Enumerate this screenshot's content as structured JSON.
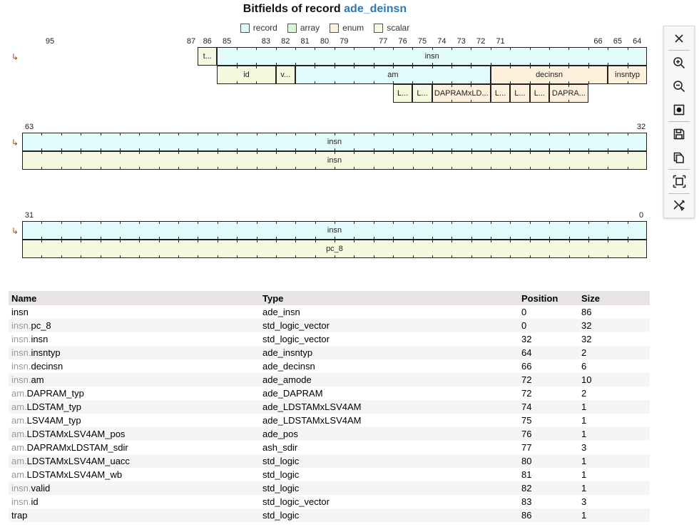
{
  "title": {
    "prefix": "Bitfields of record ",
    "record": "ade_deinsn"
  },
  "legend": [
    {
      "label": "record",
      "color": "#e2fbfb"
    },
    {
      "label": "array",
      "color": "#dcf5dd"
    },
    {
      "label": "enum",
      "color": "#fdf0dc"
    },
    {
      "label": "scalar",
      "color": "#f4f9df"
    }
  ],
  "wrap_arrow": "↳",
  "blocks": [
    {
      "name": "bits-95-64",
      "ruler": [
        "95",
        "87",
        "86",
        "85",
        "83",
        "82",
        "81",
        "80",
        "79",
        "77",
        "76",
        "75",
        "74",
        "73",
        "72",
        "71",
        "66",
        "65",
        "64"
      ],
      "lane1": [
        {
          "label": "t...",
          "kind": "scalar",
          "bits": 1
        },
        {
          "label": "insn",
          "kind": "record",
          "bits": 22
        }
      ],
      "lane2": [
        {
          "label": "id",
          "kind": "scalar",
          "bits": 3
        },
        {
          "label": "v...",
          "kind": "scalar",
          "bits": 1
        },
        {
          "label": "am",
          "kind": "record",
          "bits": 10
        },
        {
          "label": "decinsn",
          "kind": "enum",
          "bits": 6
        },
        {
          "label": "insntyp",
          "kind": "enum",
          "bits": 2
        }
      ],
      "lane3": [
        {
          "label": "L...",
          "kind": "scalar",
          "bits": 1
        },
        {
          "label": "L...",
          "kind": "scalar",
          "bits": 1
        },
        {
          "label": "DAPRAMxLD...",
          "kind": "enum",
          "bits": 3
        },
        {
          "label": "L...",
          "kind": "enum",
          "bits": 1
        },
        {
          "label": "L...",
          "kind": "enum",
          "bits": 1
        },
        {
          "label": "L...",
          "kind": "enum",
          "bits": 1
        },
        {
          "label": "DAPRA...",
          "kind": "enum",
          "bits": 2
        }
      ]
    },
    {
      "name": "bits-63-32",
      "ruler_left": "63",
      "ruler_right": "32",
      "lane1": [
        {
          "label": "insn",
          "kind": "record",
          "bits": 32
        }
      ],
      "lane2": [
        {
          "label": "insn",
          "kind": "scalar",
          "bits": 32
        }
      ]
    },
    {
      "name": "bits-31-0",
      "ruler_left": "31",
      "ruler_right": "0",
      "lane1": [
        {
          "label": "insn",
          "kind": "record",
          "bits": 32
        }
      ],
      "lane2": [
        {
          "label": "pc_8",
          "kind": "scalar",
          "bits": 32
        }
      ]
    }
  ],
  "table": {
    "headers": {
      "name": "Name",
      "type": "Type",
      "position": "Position",
      "size": "Size"
    },
    "rows": [
      {
        "prefix": "",
        "name": "insn",
        "type": "ade_insn",
        "position": "0",
        "size": "86"
      },
      {
        "prefix": "insn.",
        "name": "pc_8",
        "type": "std_logic_vector",
        "position": "0",
        "size": "32"
      },
      {
        "prefix": "insn.",
        "name": "insn",
        "type": "std_logic_vector",
        "position": "32",
        "size": "32"
      },
      {
        "prefix": "insn.",
        "name": "insntyp",
        "type": "ade_insntyp",
        "position": "64",
        "size": "2"
      },
      {
        "prefix": "insn.",
        "name": "decinsn",
        "type": "ade_decinsn",
        "position": "66",
        "size": "6"
      },
      {
        "prefix": "insn.",
        "name": "am",
        "type": "ade_amode",
        "position": "72",
        "size": "10"
      },
      {
        "prefix": "am.",
        "name": "DAPRAM_typ",
        "type": "ade_DAPRAM",
        "position": "72",
        "size": "2"
      },
      {
        "prefix": "am.",
        "name": "LDSTAM_typ",
        "type": "ade_LDSTAMxLSV4AM",
        "position": "74",
        "size": "1"
      },
      {
        "prefix": "am.",
        "name": "LSV4AM_typ",
        "type": "ade_LDSTAMxLSV4AM",
        "position": "75",
        "size": "1"
      },
      {
        "prefix": "am.",
        "name": "LDSTAMxLSV4AM_pos",
        "type": "ade_pos",
        "position": "76",
        "size": "1"
      },
      {
        "prefix": "am.",
        "name": "DAPRAMxLDSTAM_sdir",
        "type": "ash_sdir",
        "position": "77",
        "size": "3"
      },
      {
        "prefix": "am.",
        "name": "LDSTAMxLSV4AM_uacc",
        "type": "std_logic",
        "position": "80",
        "size": "1"
      },
      {
        "prefix": "am.",
        "name": "LDSTAMxLSV4AM_wb",
        "type": "std_logic",
        "position": "81",
        "size": "1"
      },
      {
        "prefix": "insn.",
        "name": "valid",
        "type": "std_logic",
        "position": "82",
        "size": "1"
      },
      {
        "prefix": "insn.",
        "name": "id",
        "type": "std_logic_vector",
        "position": "83",
        "size": "3"
      },
      {
        "prefix": "",
        "name": "trap",
        "type": "std_logic",
        "position": "86",
        "size": "1"
      }
    ]
  },
  "toolbar": [
    {
      "icon": "close-icon",
      "sep_after": true
    },
    {
      "icon": "zoom-in-icon",
      "sep_after": false
    },
    {
      "icon": "zoom-out-icon",
      "sep_after": false
    },
    {
      "icon": "zoom-reset-icon",
      "sep_after": true
    },
    {
      "icon": "save-icon",
      "sep_after": false
    },
    {
      "icon": "copy-icon",
      "sep_after": true
    },
    {
      "icon": "fit-frame-icon",
      "sep_after": true
    },
    {
      "icon": "tools-icon",
      "sep_after": false
    }
  ]
}
